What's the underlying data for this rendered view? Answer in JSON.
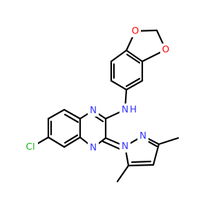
{
  "structure": {
    "atoms": {
      "o_top": "O",
      "o_bottom": "O",
      "n_amine": "N",
      "h_amine": "H",
      "n_quin_top": "N",
      "n_quin_bottom": "N",
      "cl": "Cl",
      "n_pyr_1": "N",
      "n_pyr_2": "N"
    },
    "colors": {
      "bond": "#000000",
      "nitrogen": "#3333ff",
      "oxygen": "#ff0000",
      "chlorine": "#1fb31f",
      "background": "#ffffff"
    }
  }
}
